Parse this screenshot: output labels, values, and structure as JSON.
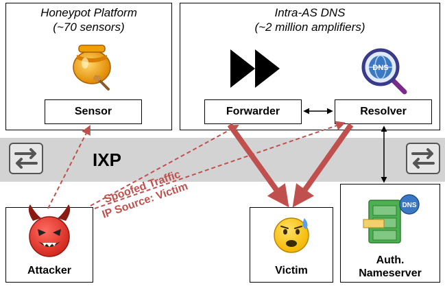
{
  "honeypot": {
    "title_line1": "Honeypot Platform",
    "title_line2": "(~70 sensors)",
    "sensor_label": "Sensor"
  },
  "dns": {
    "title_line1": "Intra-AS DNS",
    "title_line2": "(~2 million amplifiers)",
    "forwarder_label": "Forwarder",
    "resolver_label": "Resolver",
    "badge": "DNS"
  },
  "ixp": {
    "label": "IXP"
  },
  "spoof": {
    "line1": "Spoofed Traffic",
    "line2": "IP Source: Victim"
  },
  "attacker": {
    "label": "Attacker"
  },
  "victim": {
    "label": "Victim"
  },
  "nameserver": {
    "label_line1": "Auth.",
    "label_line2": "Nameserver",
    "badge": "DNS"
  },
  "colors": {
    "attack": "#c0504d",
    "band": "#d3d3d3",
    "arrow": "#000000"
  }
}
